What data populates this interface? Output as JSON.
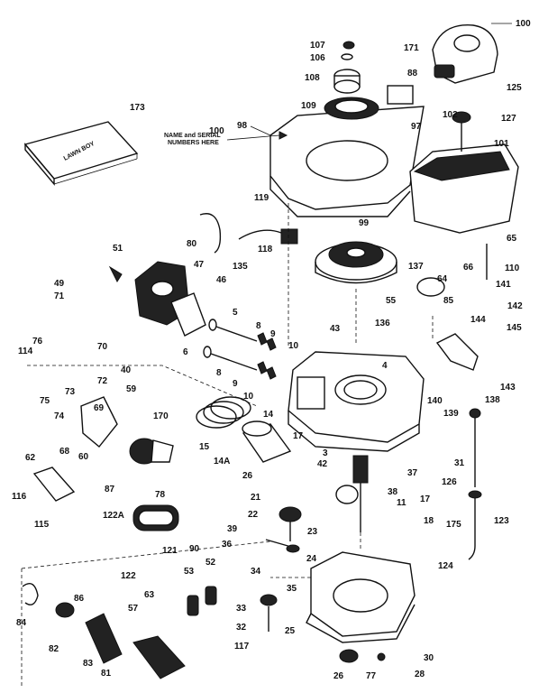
{
  "diagram": {
    "labels": {
      "p100_top": "100",
      "p171": "171",
      "p107": "107",
      "p106": "106",
      "p108": "108",
      "p88": "88",
      "p109": "109",
      "p125": "125",
      "p173": "173",
      "p102": "102",
      "p127": "127",
      "p97": "97",
      "p100": "100",
      "p98": "98",
      "p101": "101",
      "p119": "119",
      "p99": "99",
      "p80": "80",
      "p118": "118",
      "p65": "65",
      "p51": "51",
      "p135": "135",
      "p137": "137",
      "p66": "66",
      "p110": "110",
      "p47": "47",
      "p49": "49",
      "p71": "71",
      "p46": "46",
      "p64": "64",
      "p141": "141",
      "p55": "55",
      "p85": "85",
      "p142": "142",
      "p5": "5",
      "p136": "136",
      "p144": "144",
      "p145": "145",
      "p76": "76",
      "p114": "114",
      "p70": "70",
      "p40": "40",
      "p6": "6",
      "p8a": "8",
      "p9a": "9",
      "p10a": "10",
      "p43": "43",
      "p4": "4",
      "p3": "3",
      "p143": "143",
      "p72": "72",
      "p8b": "8",
      "p9b": "9",
      "p10b": "10",
      "p73": "73",
      "p59": "59",
      "p75": "75",
      "p140": "140",
      "p138": "138",
      "p139": "139",
      "p74": "74",
      "p69": "69",
      "p170": "170",
      "p14": "14",
      "p17": "17",
      "p62": "62",
      "p68": "68",
      "p60": "60",
      "p15": "15",
      "p14A": "14A",
      "p42": "42",
      "p31": "31",
      "p37": "37",
      "p26": "26",
      "p87": "87",
      "p126": "126",
      "p38": "38",
      "p116": "116",
      "p78": "78",
      "p21": "21",
      "p17b": "17",
      "p123": "123",
      "p11": "11",
      "p115": "115",
      "p122A": "122A",
      "p22": "22",
      "p18": "18",
      "p175": "175",
      "p39": "39",
      "p23": "23",
      "p36": "36",
      "p121": "121",
      "p90": "90",
      "p122": "122",
      "p52": "52",
      "p53": "53",
      "p24": "24",
      "p124": "124",
      "p34": "34",
      "p35": "35",
      "p86": "86",
      "p63": "63",
      "p57": "57",
      "p33": "33",
      "p84": "84",
      "p32": "32",
      "p25": "25",
      "p82": "82",
      "p117": "117",
      "p30": "30",
      "p83": "83",
      "p81": "81",
      "p26b": "26",
      "p77": "77",
      "p28": "28"
    },
    "notes": {
      "name_serial_line1": "NAME and SERIAL",
      "name_serial_line2": "NUMBERS HERE",
      "manual_title": "LAWN BOY"
    }
  }
}
